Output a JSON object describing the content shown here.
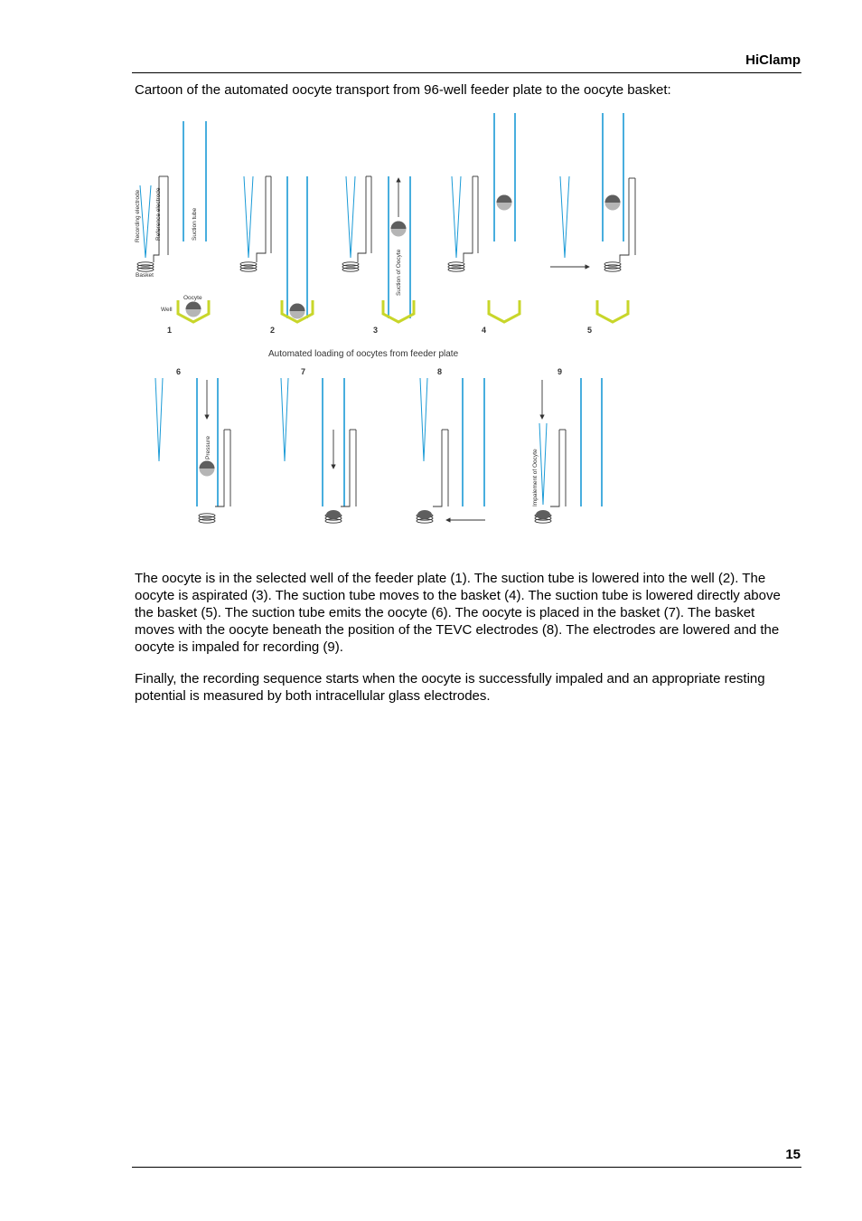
{
  "header": {
    "title": "HiClamp"
  },
  "caption": "Cartoon of the automated oocyte transport from 96-well feeder plate to the oocyte basket:",
  "figure": {
    "labels": {
      "recording_electrode": "Recording electrode",
      "reference_electrode": "Reference electrode",
      "suction_tube": "Suction tube",
      "basket": "Basket",
      "oocyte": "Oocyte",
      "well": "Well",
      "suction_of_oocyte": "Suction of Oocyte",
      "pressure": "Pressure",
      "impalement_of_oocyte": "Impalement of Oocyte"
    },
    "subtitle": "Automated loading of oocytes from feeder plate",
    "step_numbers": [
      "1",
      "2",
      "3",
      "4",
      "5",
      "6",
      "7",
      "8",
      "9"
    ],
    "colors": {
      "tube": "#1a9ad6",
      "well": "#c8d62a",
      "oocyte": "#6b6b6b",
      "line": "#333333"
    }
  },
  "paragraphs": [
    "The oocyte is in the selected well of the feeder plate (1). The suction tube is lowered into the well (2). The oocyte is aspirated (3). The suction tube moves to the basket (4). The suction tube is lowered directly above the basket (5). The suction tube emits the oocyte (6). The oocyte is placed in the basket (7). The basket moves with the oocyte beneath the position of the TEVC electrodes (8). The electrodes are lowered and the oocyte is impaled for recording (9).",
    "Finally, the recording sequence starts when the oocyte is successfully impaled and an appropriate resting potential is measured by both intracellular glass electrodes."
  ],
  "footer": {
    "page_number": "15"
  }
}
